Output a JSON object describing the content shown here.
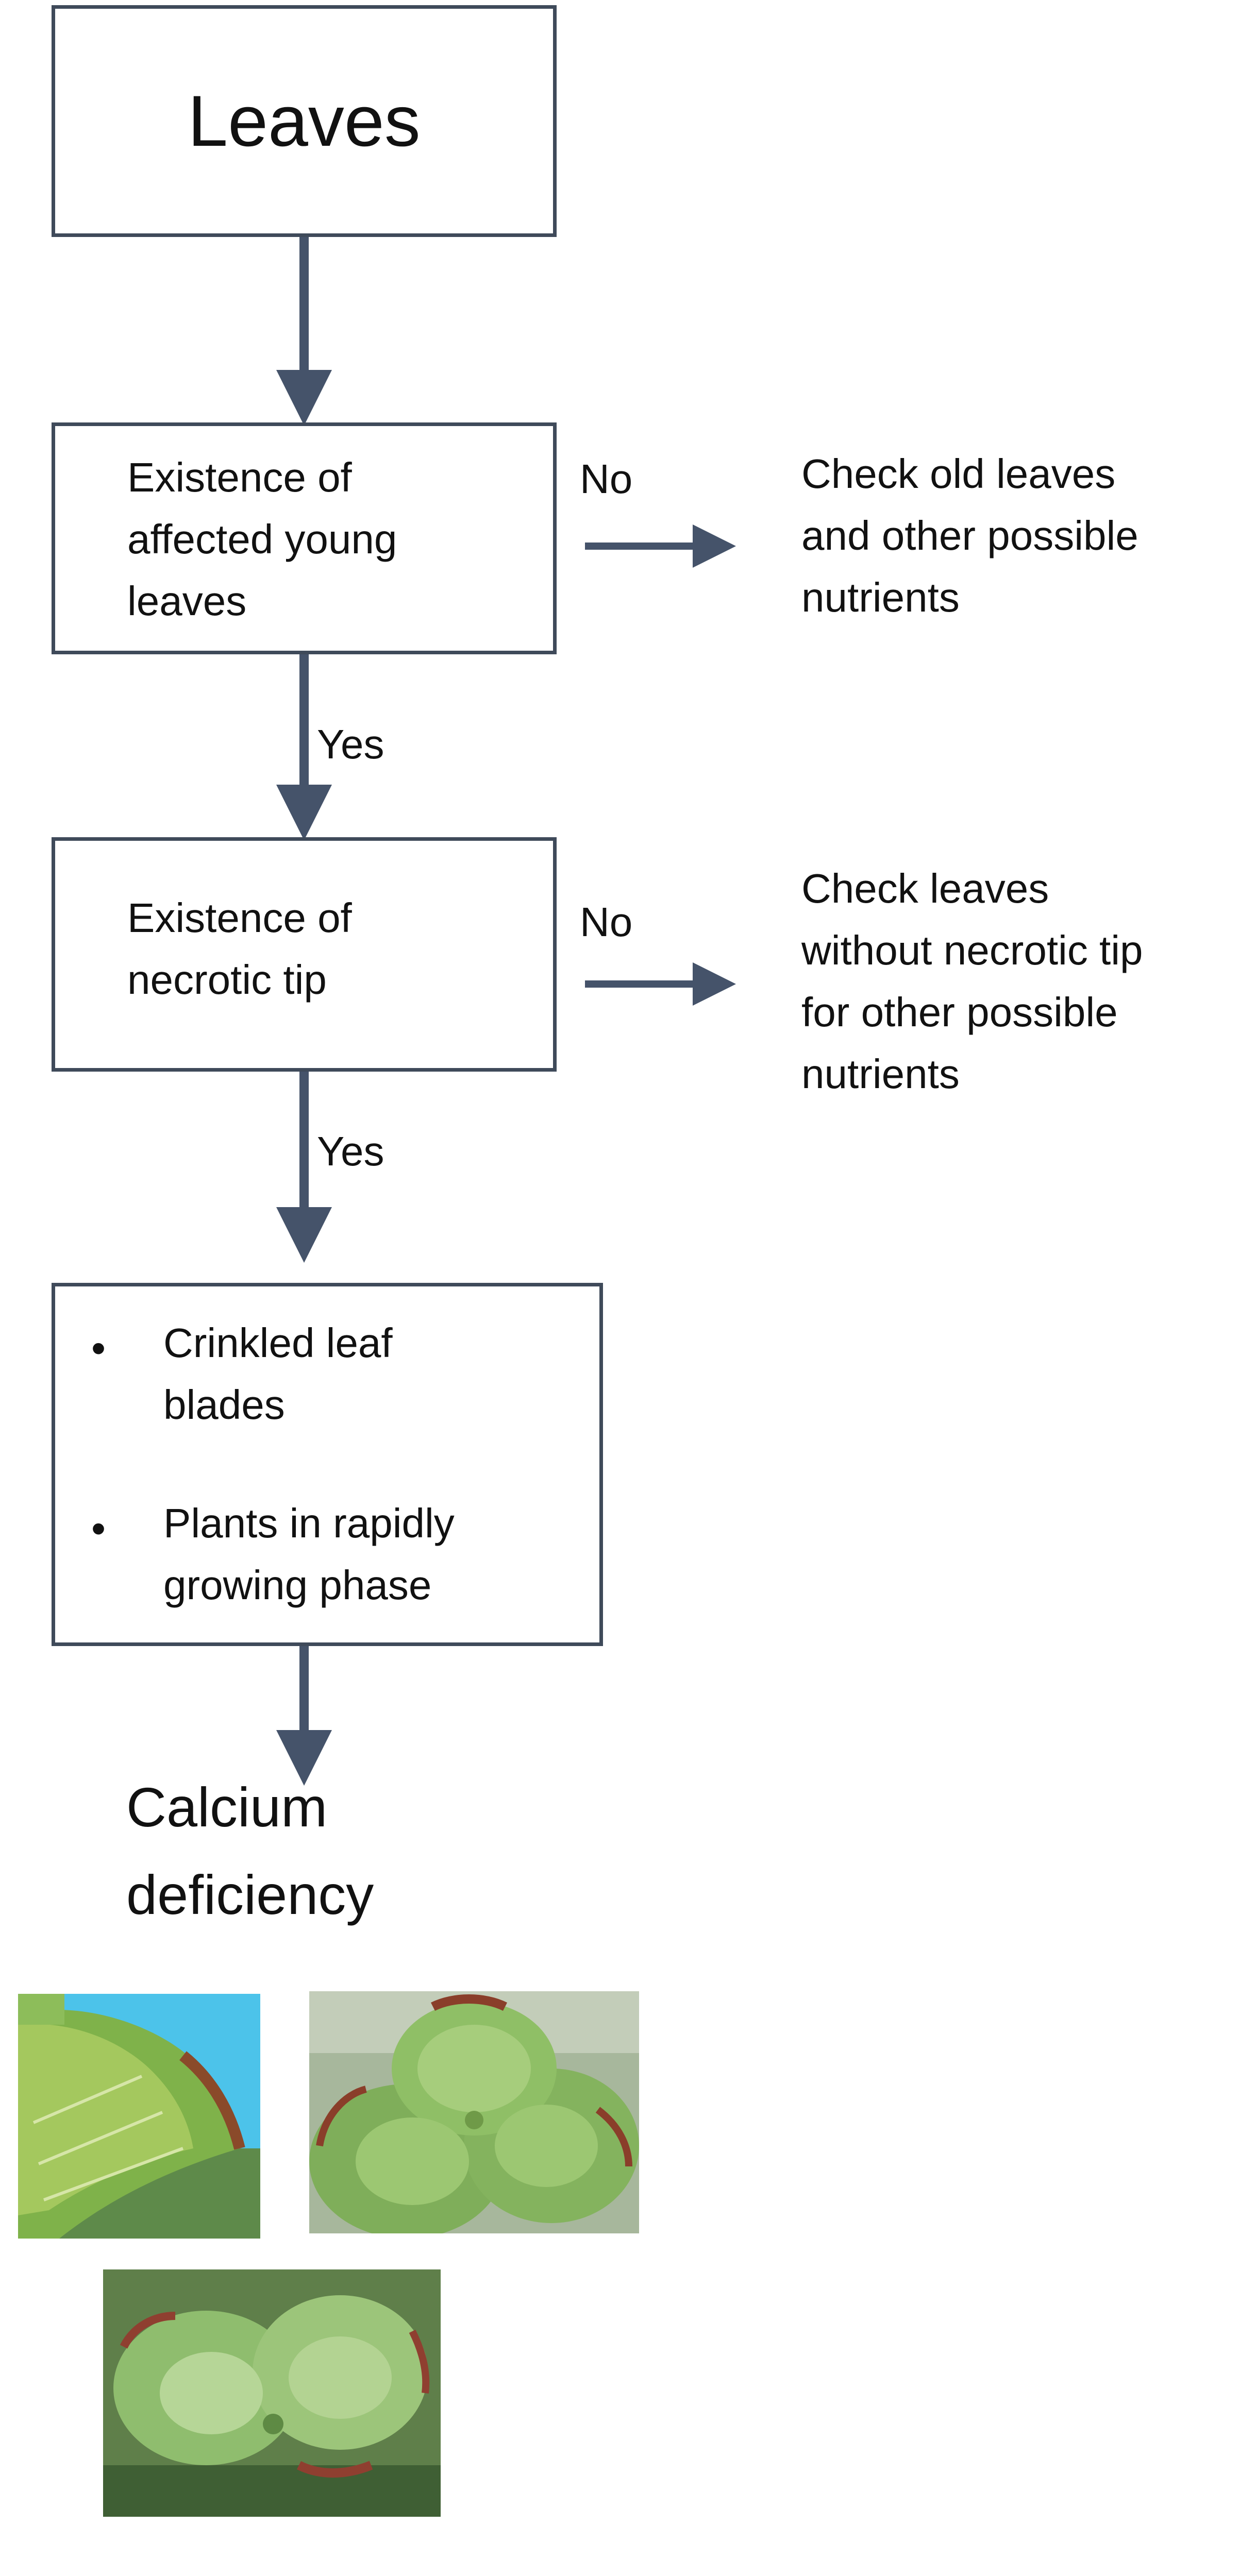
{
  "nodes": {
    "leaves": "Leaves",
    "young_leaves": [
      "Existence of",
      "affected young",
      "leaves"
    ],
    "necrotic_tip": [
      "Existence of",
      "necrotic tip"
    ],
    "symptoms": [
      "Crinkled leaf blades",
      "Plants in rapidly growing phase"
    ],
    "symptoms_lines": [
      [
        "Crinkled leaf",
        "blades"
      ],
      [
        "Plants in rapidly",
        "growing phase"
      ]
    ],
    "result": [
      "Calcium",
      "deficiency"
    ]
  },
  "side_notes": {
    "old_leaves": [
      "Check old leaves",
      "and other possible",
      "nutrients"
    ],
    "other_nutrients": [
      "Check leaves",
      "without necrotic tip",
      "for other possible",
      "nutrients"
    ]
  },
  "edge_labels": {
    "no_1": "No",
    "no_2": "No",
    "yes_1": "Yes",
    "yes_2": "Yes"
  },
  "photos": [
    "leaf-photo-1",
    "leaf-photo-2",
    "leaf-photo-3"
  ],
  "colors": {
    "box_border": "#3f4a5a",
    "arrow": "#45536a"
  }
}
